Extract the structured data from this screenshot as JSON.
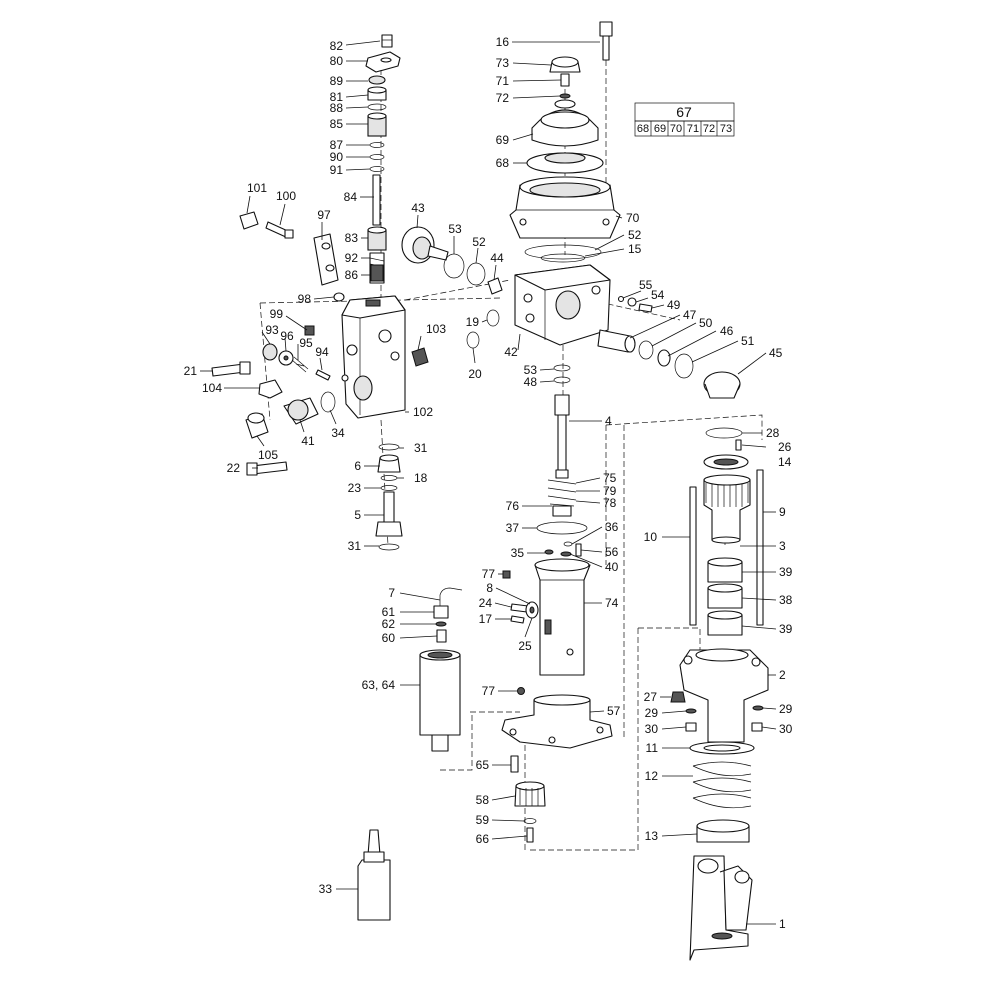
{
  "kit": {
    "title": "67",
    "items": [
      "68",
      "69",
      "70",
      "71",
      "72",
      "73"
    ]
  },
  "labels": {
    "l1": "1",
    "l2": "2",
    "l3": "3",
    "l4": "4",
    "l5": "5",
    "l6": "6",
    "l7": "7",
    "l8": "8",
    "l9": "9",
    "l10": "10",
    "l11": "11",
    "l12": "12",
    "l13": "13",
    "l14": "14",
    "l15": "15",
    "l16": "16",
    "l17": "17",
    "l18": "18",
    "l19": "19",
    "l20": "20",
    "l21": "21",
    "l22": "22",
    "l23": "23",
    "l24": "24",
    "l25": "25",
    "l26": "26",
    "l27": "27",
    "l28": "28",
    "l29a": "29",
    "l29b": "29",
    "l30a": "30",
    "l30b": "30",
    "l31a": "31",
    "l31b": "31",
    "l33": "33",
    "l34": "34",
    "l35": "35",
    "l36": "36",
    "l37": "37",
    "l38": "38",
    "l39a": "39",
    "l39b": "39",
    "l40": "40",
    "l41": "41",
    "l42": "42",
    "l43": "43",
    "l44": "44",
    "l45": "45",
    "l46": "46",
    "l47": "47",
    "l48": "48",
    "l49": "49",
    "l50": "50",
    "l51": "51",
    "l52a": "52",
    "l52b": "52",
    "l53a": "53",
    "l53b": "53",
    "l54": "54",
    "l55": "55",
    "l56": "56",
    "l57": "57",
    "l58": "58",
    "l59": "59",
    "l60": "60",
    "l61": "61",
    "l62": "62",
    "l63": "63, 64",
    "l65": "65",
    "l66": "66",
    "l68": "68",
    "l69": "69",
    "l70": "70",
    "l71": "71",
    "l72": "72",
    "l73": "73",
    "l74": "74",
    "l75": "75",
    "l76": "76",
    "l77a": "77",
    "l77b": "77",
    "l78": "78",
    "l79": "79",
    "l80": "80",
    "l81": "81",
    "l82": "82",
    "l83": "83",
    "l84": "84",
    "l85": "85",
    "l86": "86",
    "l87": "87",
    "l88": "88",
    "l89": "89",
    "l90": "90",
    "l91": "91",
    "l92": "92",
    "l93": "93",
    "l94": "94",
    "l95": "95",
    "l96": "96",
    "l97": "97",
    "l98": "98",
    "l99": "99",
    "l100": "100",
    "l101": "101",
    "l102": "102",
    "l103": "103",
    "l104": "104",
    "l105": "105"
  }
}
